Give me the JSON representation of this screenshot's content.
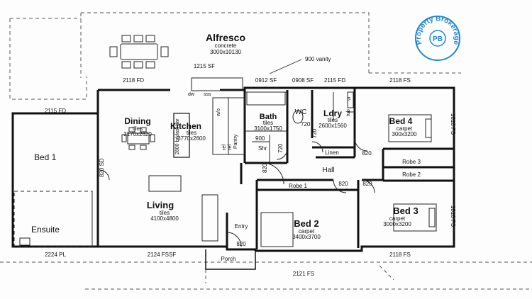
{
  "logo": {
    "text": "Property Brokerage",
    "initials": "PB",
    "color": "#1e88d0"
  },
  "rooms": {
    "alfresco": {
      "name": "Alfresco",
      "finish": "concrete",
      "size": "3000x10130"
    },
    "dining": {
      "name": "Dining",
      "finish": "tiles",
      "size": "3170x2620"
    },
    "kitchen": {
      "name": "Kitchen",
      "finish": "tiles",
      "size": "3770x2600"
    },
    "living": {
      "name": "Living",
      "finish": "tiles",
      "size": "4100x4800"
    },
    "bath": {
      "name": "Bath",
      "finish": "tiles",
      "size": "3100x1750"
    },
    "wc": {
      "name": "WC"
    },
    "ldry": {
      "name": "Ldry",
      "finish": "tiles",
      "size": "2600x1560"
    },
    "bed4": {
      "name": "Bed 4",
      "finish": "carpet",
      "size": "300x3200"
    },
    "bed1": {
      "name": "Bed 1"
    },
    "ensuite": {
      "name": "Ensuite"
    },
    "bed2": {
      "name": "Bed 2",
      "finish": "carpet",
      "size": "3400x3700"
    },
    "bed3": {
      "name": "Bed 3",
      "finish": "carpet",
      "size": "3000x3200"
    },
    "hall": {
      "name": "Hall"
    },
    "entry": {
      "name": "Entry"
    },
    "porch": {
      "name": "Porch"
    },
    "linen": {
      "name": "Linen"
    },
    "robe1": {
      "name": "Robe 1"
    },
    "robe2": {
      "name": "Robe 2"
    },
    "robe3": {
      "name": "Robe 3"
    },
    "shr": {
      "name": "Shr"
    },
    "pantry": {
      "name": "Pantry"
    },
    "breakfast_bar": {
      "name": "2800 brkfast bar"
    }
  },
  "dimensions": {
    "d_2118fd_top": "2118 FD",
    "d_1215sf": "1215 SF",
    "d_900vanity": "900 vanity",
    "d_0912sf": "0912 SF",
    "d_0908sf": "0908 SF",
    "d_2115fd": "2115 FD",
    "d_2118fs_top": "2118 FS",
    "d_2115fd_left": "2115 FD",
    "d_820sd": "820 SD",
    "d_720_wc": "720",
    "d_720_ldry": "720",
    "d_720_bath": "720",
    "d_900_shr": "900",
    "d_820_hall": "820",
    "d_820_bed4": "820",
    "d_820_bed2": "820",
    "d_820_bed3": "820",
    "d_820_entry": "820",
    "d_1818fs_top": "1818 FS",
    "d_1818fs_bottom": "1818 FS",
    "d_2224pl": "2224 PL",
    "d_2124fssf": "2124 FSSF",
    "d_2121fs": "2121 FS",
    "d_2118fs_bottom": "2118 FS",
    "d_vr": "vr",
    "d_tub": "tub"
  },
  "fixtures": {
    "dw": "dw",
    "sss": "sss",
    "ref": "ref",
    "ref2": "ref",
    "wo": "w/o"
  }
}
